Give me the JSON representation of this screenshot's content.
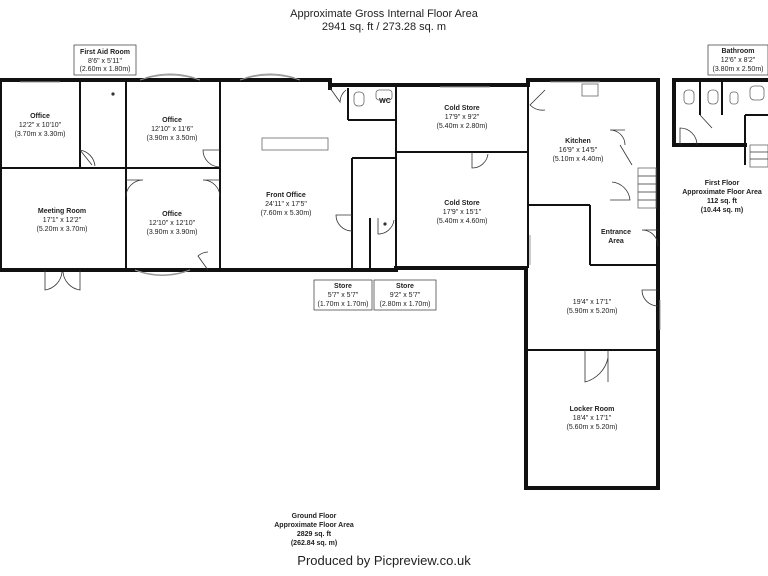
{
  "header": {
    "line1": "Approximate Gross Internal Floor Area",
    "line2": "2941 sq. ft / 273.28 sq. m"
  },
  "rooms": {
    "first_aid": {
      "name": "First Aid Room",
      "imp": "8'6\" x 5'11\"",
      "met": "(2.60m x 1.80m)"
    },
    "office_a": {
      "name": "Office",
      "imp": "12'2\" x 10'10\"",
      "met": "(3.70m x 3.30m)"
    },
    "office_b": {
      "name": "Office",
      "imp": "12'10\" x 11'6\"",
      "met": "(3.90m x 3.50m)"
    },
    "meeting": {
      "name": "Meeting Room",
      "imp": "17'1\" x 12'2\"",
      "met": "(5.20m x 3.70m)"
    },
    "office_c": {
      "name": "Office",
      "imp": "12'10\" x 12'10\"",
      "met": "(3.90m x 3.90m)"
    },
    "front_office": {
      "name": "Front Office",
      "imp": "24'11\" x 17'5\"",
      "met": "(7.60m x 5.30m)"
    },
    "wc": {
      "name": "WC"
    },
    "cold_store_1": {
      "name": "Cold Store",
      "imp": "17'9\" x 9'2\"",
      "met": "(5.40m x 2.80m)"
    },
    "cold_store_2": {
      "name": "Cold Store",
      "imp": "17'9\" x 15'1\"",
      "met": "(5.40m x 4.60m)"
    },
    "kitchen": {
      "name": "Kitchen",
      "imp": "16'9\" x 14'5\"",
      "met": "(5.10m x 4.40m)"
    },
    "entrance": {
      "name": "Entrance",
      "name2": "Area"
    },
    "store_1": {
      "name": "Store",
      "imp": "5'7\" x 5'7\"",
      "met": "(1.70m x 1.70m)"
    },
    "store_2": {
      "name": "Store",
      "imp": "9'2\" x 5'7\"",
      "met": "(2.80m x 1.70m)"
    },
    "unnamed": {
      "imp": "19'4\" x 17'1\"",
      "met": "(5.90m x 5.20m)"
    },
    "locker": {
      "name": "Locker Room",
      "imp": "18'4\" x 17'1\"",
      "met": "(5.60m x 5.20m)"
    },
    "bathroom": {
      "name": "Bathroom",
      "imp": "12'6\" x 8'2\"",
      "met": "(3.80m x 2.50m)"
    }
  },
  "first_floor": {
    "line1": "First Floor",
    "line2": "Approximate Floor Area",
    "line3": "112 sq. ft",
    "line4": "(10.44 sq. m)"
  },
  "ground_floor": {
    "line1": "Ground Floor",
    "line2": "Approximate Floor Area",
    "line3": "2829 sq. ft",
    "line4": "(262.84 sq. m)"
  },
  "footer": {
    "produced": "Produced by Picpreview.co.uk"
  }
}
